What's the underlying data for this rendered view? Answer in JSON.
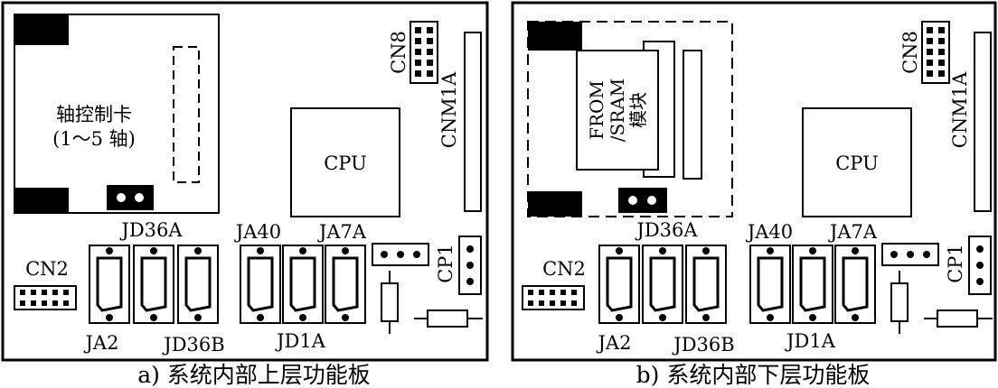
{
  "panels": [
    {
      "id": "a",
      "caption": "a) 系统内部上层功能板",
      "axis_card_line1": "轴控制卡",
      "axis_card_line2": "(1～5 轴)",
      "module_line1": "",
      "module_line2": "",
      "module_line3": "",
      "cpu": "CPU",
      "cn8": "CN8",
      "cnm1a": "CNM1A",
      "cn2": "CN2",
      "cp1": "CP1",
      "ja40": "JA40",
      "ja7a": "JA7A",
      "jd36a": "JD36A",
      "ja2": "JA2",
      "jd36b": "JD36B",
      "jd1a": "JD1A"
    },
    {
      "id": "b",
      "caption": "b) 系统内部下层功能板",
      "axis_card_line1": "",
      "axis_card_line2": "",
      "module_line1": "FROM",
      "module_line2": "/SRAM",
      "module_line3": "模块",
      "cpu": "CPU",
      "cn8": "CN8",
      "cnm1a": "CNM1A",
      "cn2": "CN2",
      "cp1": "CP1",
      "ja40": "JA40",
      "ja7a": "JA7A",
      "jd36a": "JD36A",
      "ja2": "JA2",
      "jd36b": "JD36B",
      "jd1a": "JD1A"
    }
  ]
}
